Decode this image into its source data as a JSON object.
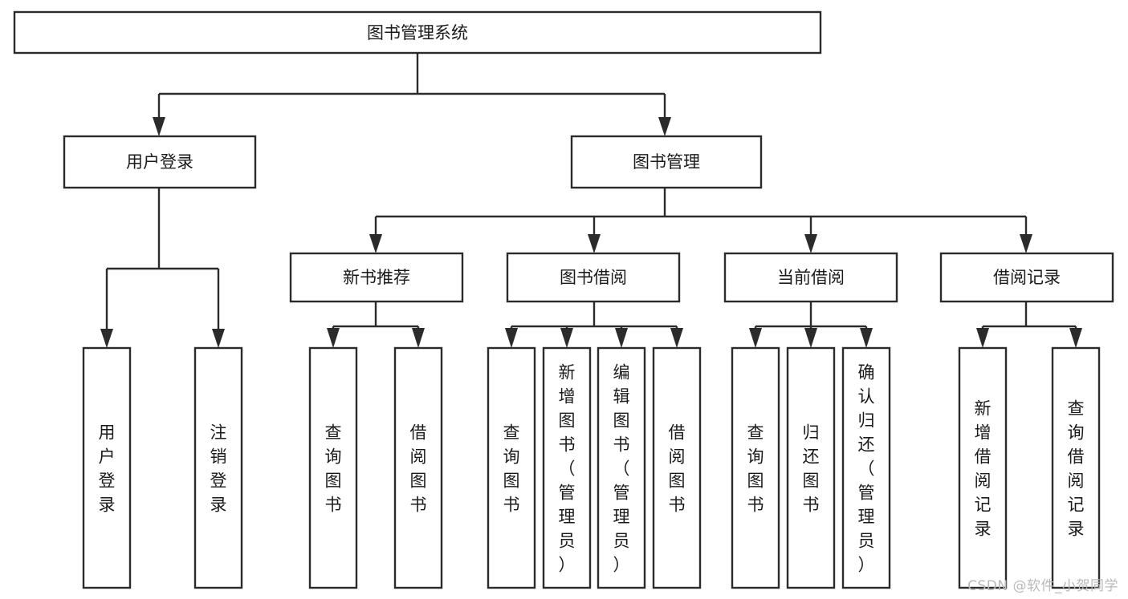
{
  "diagram": {
    "type": "tree",
    "orientation": "top-down",
    "title": "图书管理系统",
    "watermark": "CSDN @软件_小贺同学",
    "colors": {
      "box_stroke": "#2b2b2b",
      "box_fill": "#ffffff",
      "connector": "#2b2b2b",
      "text": "#1a1a1a",
      "background": "#ffffff",
      "watermark": "#b9b9b9"
    },
    "nodes": {
      "root": {
        "label": "图书管理系统",
        "level": 0,
        "orientation": "horizontal"
      },
      "l1": [
        {
          "label": "用户登录",
          "level": 1,
          "orientation": "horizontal"
        },
        {
          "label": "图书管理",
          "level": 1,
          "orientation": "horizontal"
        }
      ],
      "l2": [
        {
          "label": "新书推荐",
          "level": 2,
          "orientation": "horizontal",
          "parent": "图书管理"
        },
        {
          "label": "图书借阅",
          "level": 2,
          "orientation": "horizontal",
          "parent": "图书管理"
        },
        {
          "label": "当前借阅",
          "level": 2,
          "orientation": "horizontal",
          "parent": "图书管理"
        },
        {
          "label": "借阅记录",
          "level": 2,
          "orientation": "horizontal",
          "parent": "图书管理"
        }
      ],
      "leaves": [
        {
          "label": "用户登录",
          "parent": "用户登录",
          "orientation": "vertical"
        },
        {
          "label": "注销登录",
          "parent": "用户登录",
          "orientation": "vertical"
        },
        {
          "label": "查询图书",
          "parent": "新书推荐",
          "orientation": "vertical"
        },
        {
          "label": "借阅图书",
          "parent": "新书推荐",
          "orientation": "vertical"
        },
        {
          "label": "查询图书",
          "parent": "图书借阅",
          "orientation": "vertical"
        },
        {
          "label": "新增图书（管理员）",
          "parent": "图书借阅",
          "orientation": "vertical"
        },
        {
          "label": "编辑图书（管理员）",
          "parent": "图书借阅",
          "orientation": "vertical"
        },
        {
          "label": "借阅图书",
          "parent": "图书借阅",
          "orientation": "vertical"
        },
        {
          "label": "查询图书",
          "parent": "当前借阅",
          "orientation": "vertical"
        },
        {
          "label": "归还图书",
          "parent": "当前借阅",
          "orientation": "vertical"
        },
        {
          "label": "确认归还（管理员）",
          "parent": "当前借阅",
          "orientation": "vertical"
        },
        {
          "label": "新增借阅记录",
          "parent": "借阅记录",
          "orientation": "vertical"
        },
        {
          "label": "查询借阅记录",
          "parent": "借阅记录",
          "orientation": "vertical"
        }
      ]
    }
  }
}
